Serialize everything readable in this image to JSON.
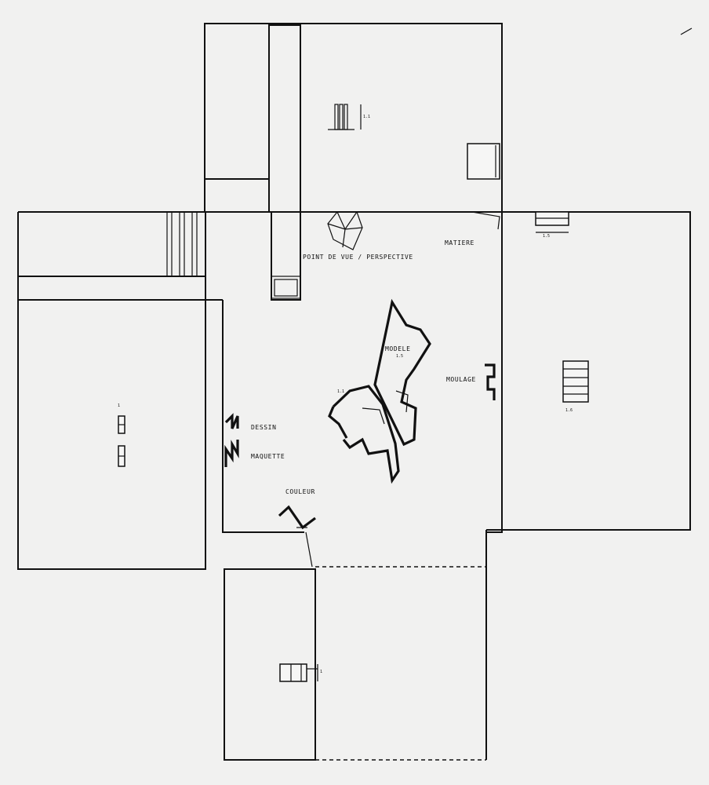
{
  "plan": {
    "labels": {
      "point_de_vue": "POINT DE VUE / PERSPECTIVE",
      "matiere": "MATIERE",
      "modele": "MODELE",
      "moulage": "MOULAGE",
      "dessin": "DESSIN",
      "maquette": "MAQUETTE",
      "couleur": "COULEUR"
    }
  }
}
